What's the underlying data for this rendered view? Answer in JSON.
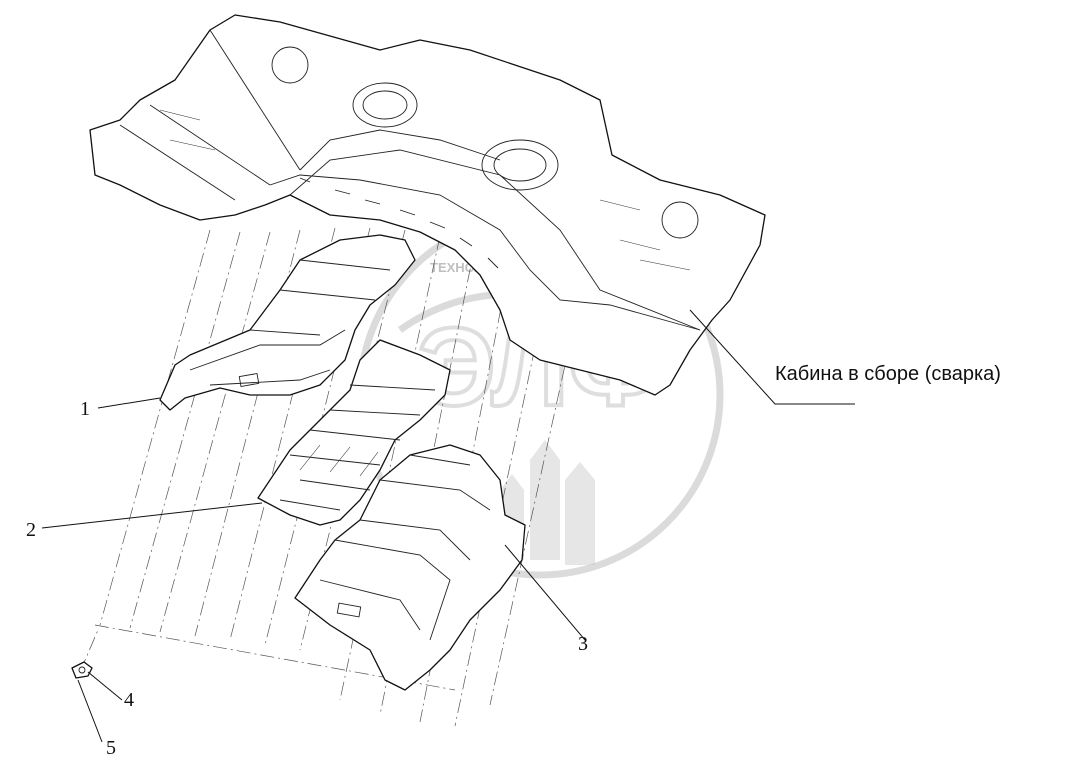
{
  "assembly_label": "Кабина в сборе (сварка)",
  "callouts": [
    "1",
    "2",
    "3",
    "4",
    "5"
  ],
  "watermark": {
    "text": "ТЕХНОЛОГИИ МАШИНОСТРОЕНИЯ",
    "logo_letters": "ЭЛФ"
  },
  "colors": {
    "line": "#111111",
    "background": "#ffffff",
    "watermark": "#bdbdbd"
  }
}
